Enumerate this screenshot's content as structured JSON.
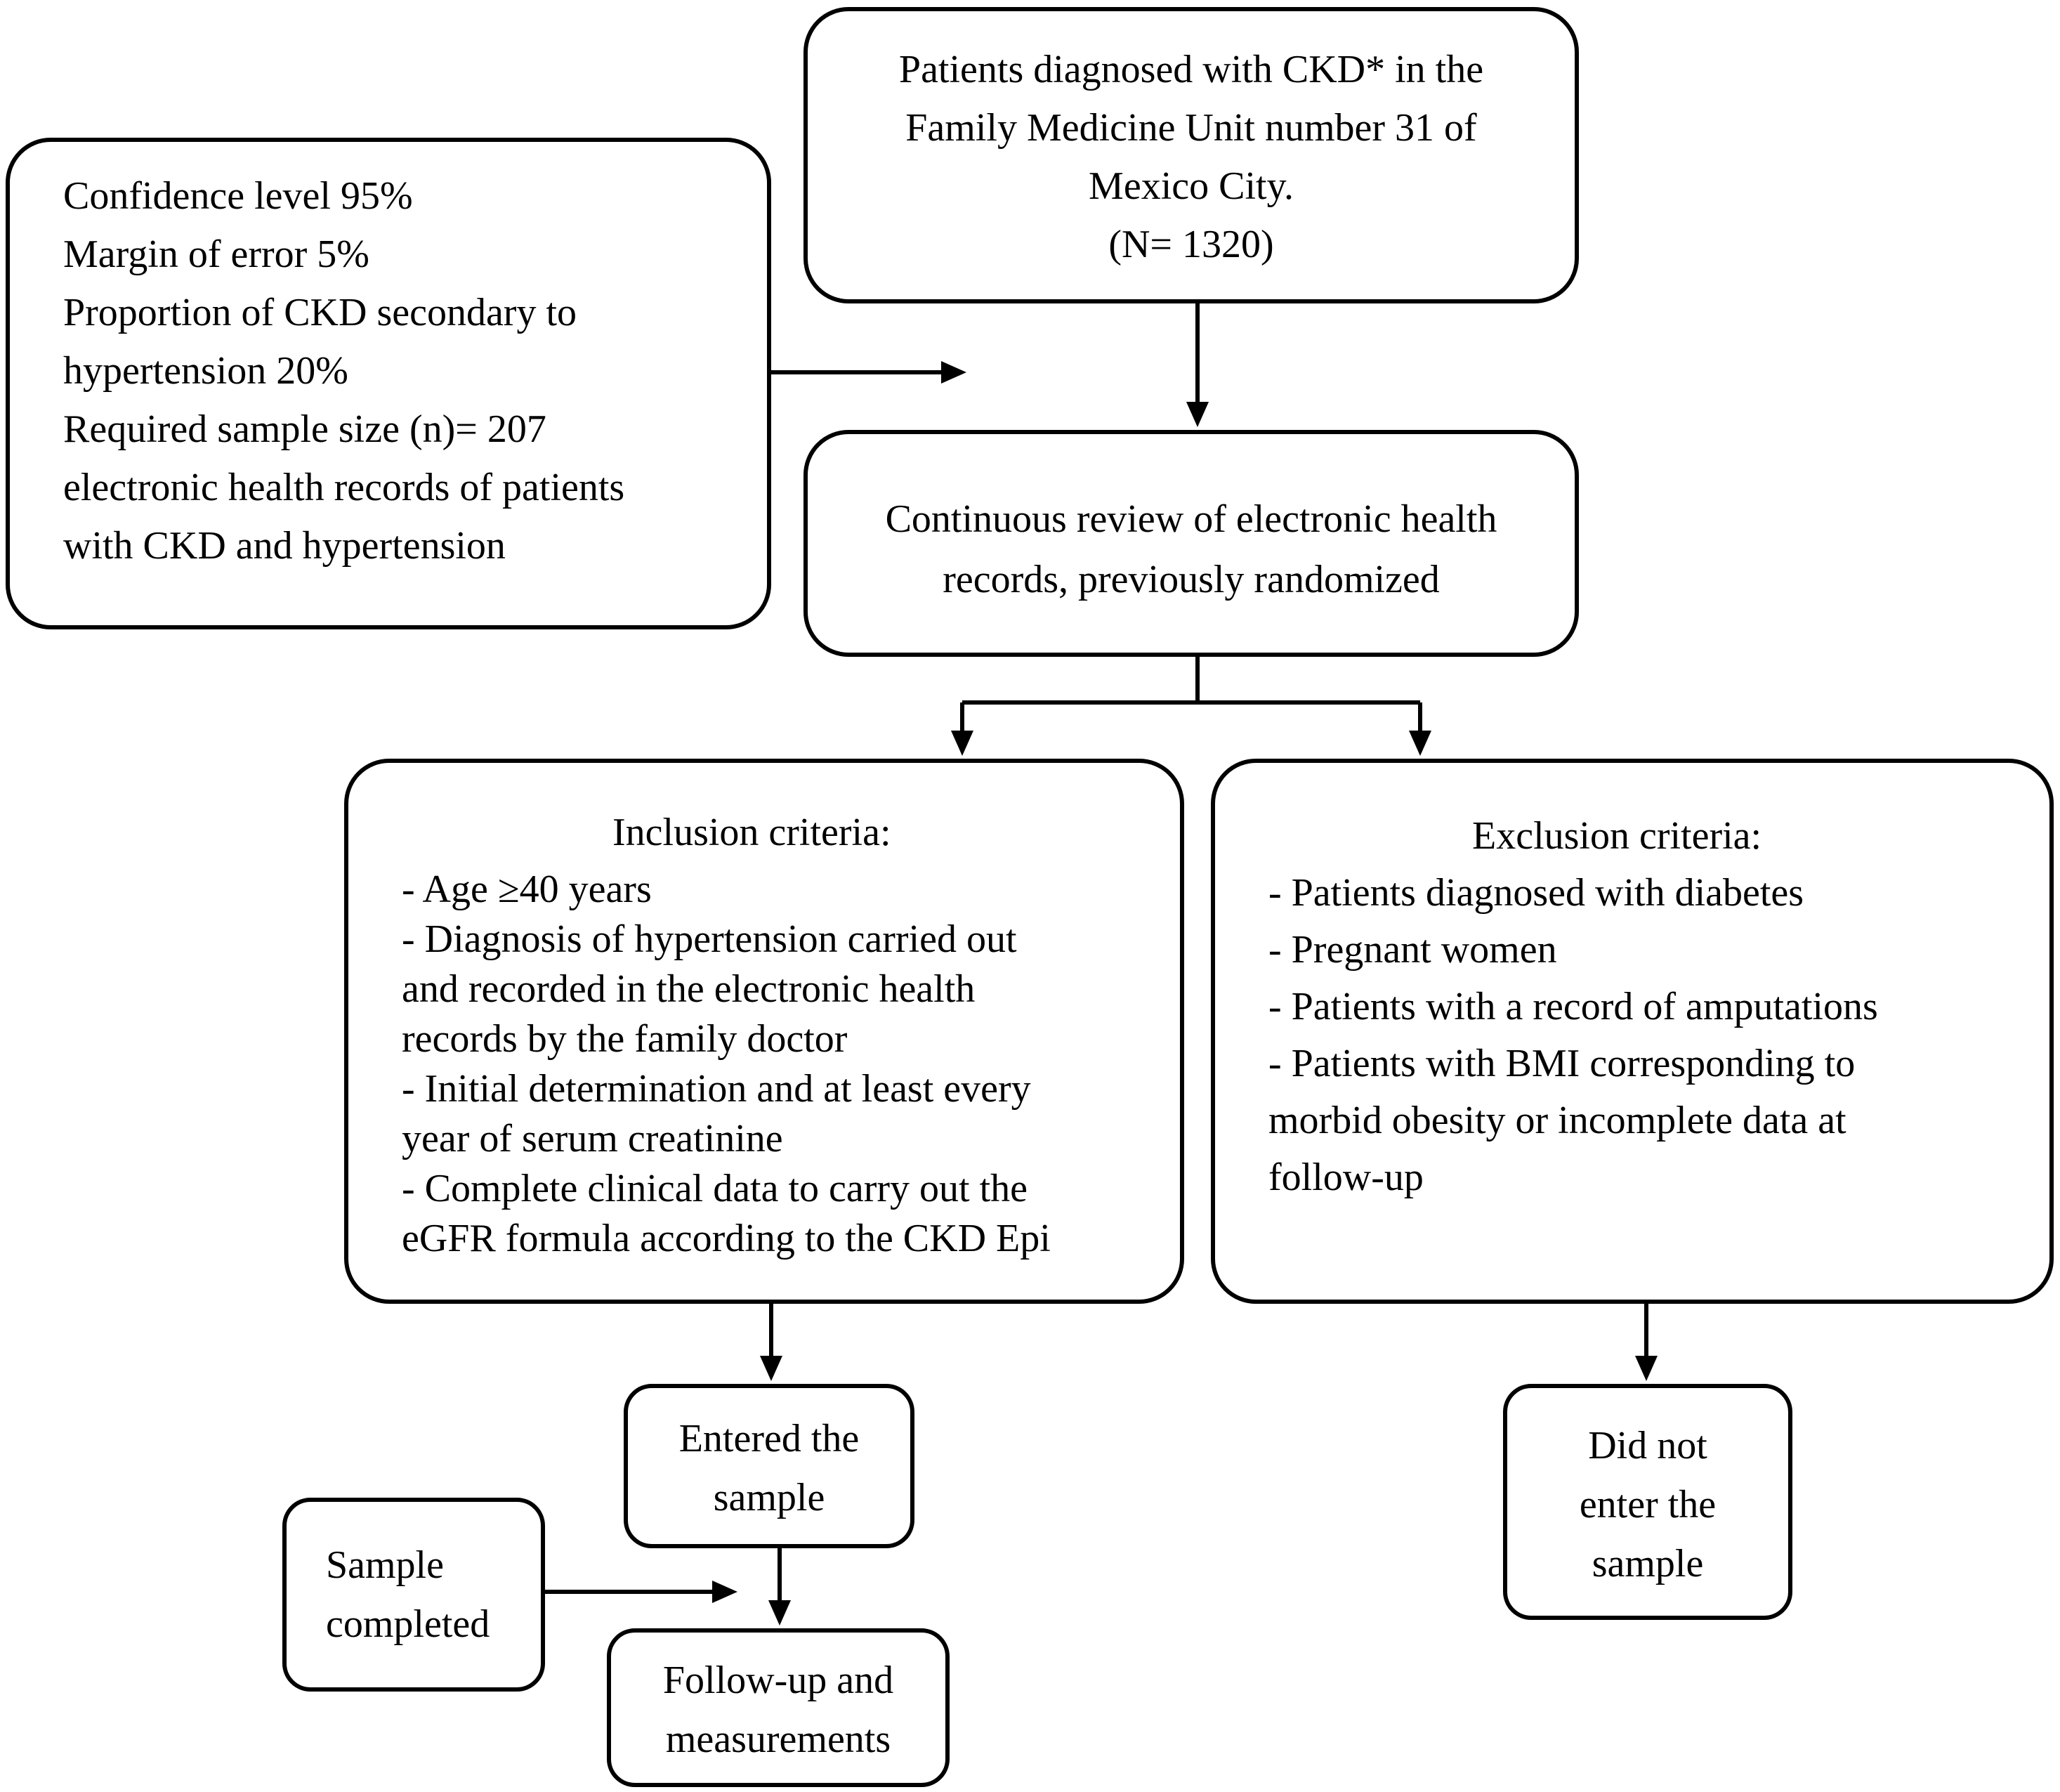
{
  "population": {
    "lines": [
      "Patients diagnosed with CKD* in the",
      "Family Medicine Unit number 31 of",
      "Mexico City.",
      "(N= 1320)"
    ]
  },
  "sample_size": {
    "lines": [
      "Confidence level 95%",
      "Margin of error 5%",
      "Proportion of CKD secondary to",
      "hypertension 20%",
      "Required sample size (n)= 207",
      "electronic health records of patients",
      "with CKD and hypertension"
    ]
  },
  "review": {
    "lines": [
      "Continuous review of electronic health",
      "records, previously randomized"
    ]
  },
  "inclusion": {
    "title": "Inclusion criteria:",
    "lines": [
      "- Age ≥40 years",
      "- Diagnosis of hypertension carried out",
      "and recorded in the electronic health",
      "records by the family doctor",
      "- Initial determination and at least every",
      "year of serum creatinine",
      "- Complete clinical data to carry out the",
      "eGFR formula according to the CKD Epi"
    ]
  },
  "exclusion": {
    "title": "Exclusion criteria:",
    "lines": [
      "- Patients diagnosed with diabetes",
      "- Pregnant women",
      "- Patients with a record of amputations",
      "- Patients with BMI corresponding to",
      "morbid obesity or incomplete data at",
      "follow-up"
    ]
  },
  "entered": {
    "lines": [
      "Entered the",
      "sample"
    ]
  },
  "not_entered": {
    "lines": [
      "Did not",
      "enter the",
      "sample"
    ]
  },
  "completed": {
    "lines": [
      "Sample",
      "completed"
    ]
  },
  "followup": {
    "lines": [
      "Follow-up and",
      "measurements"
    ]
  }
}
